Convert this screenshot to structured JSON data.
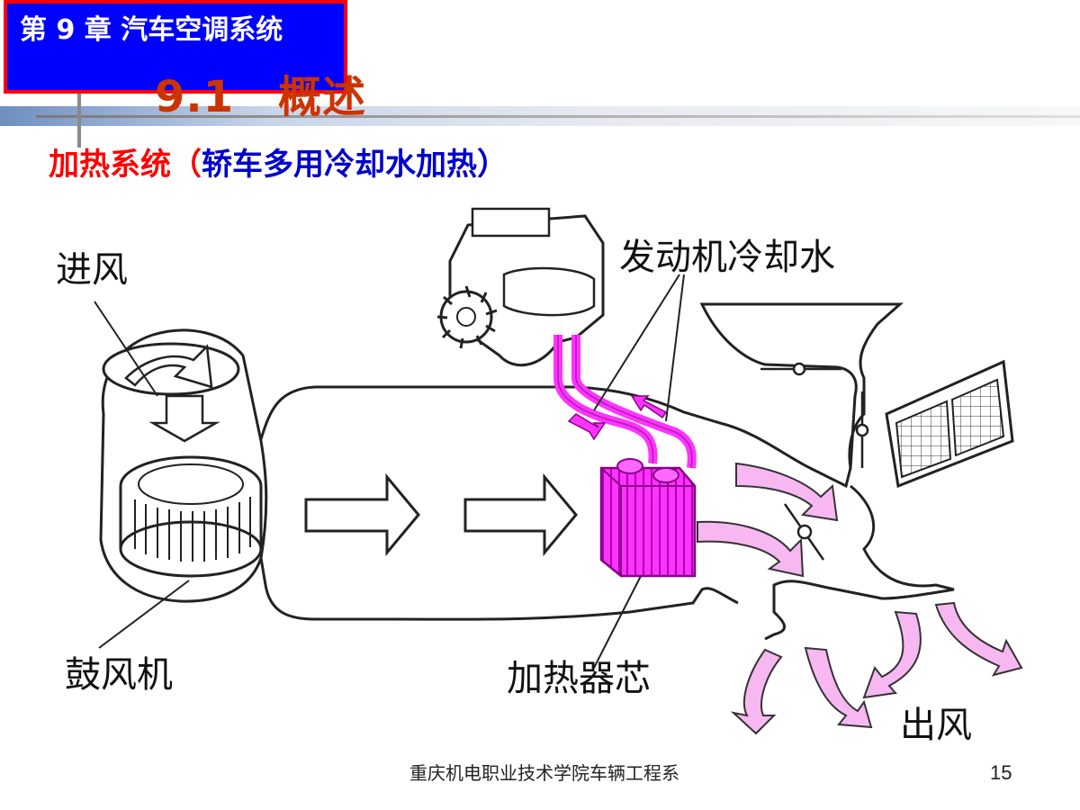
{
  "header": {
    "chapter": "第 9 章 汽车空调系统",
    "section": "9.1　概述"
  },
  "subtitle": {
    "part1": "加热系统（",
    "part2": "轿车多用冷却水加热",
    "part3": "）"
  },
  "diagram": {
    "labels": {
      "air_in": "进风",
      "engine_coolant": "发动机冷却水",
      "blower": "鼓风机",
      "heater_core": "加热器芯",
      "air_out": "出风"
    }
  },
  "footer": {
    "institution": "重庆机电职业技术学院车辆工程系",
    "page": "15"
  },
  "colors": {
    "chapter_bg": "#0000ff",
    "chapter_border": "#ff0000",
    "section_title": "#cc3300",
    "heater": "#ff00ff",
    "arrow_fill": "#f7b8f2"
  }
}
